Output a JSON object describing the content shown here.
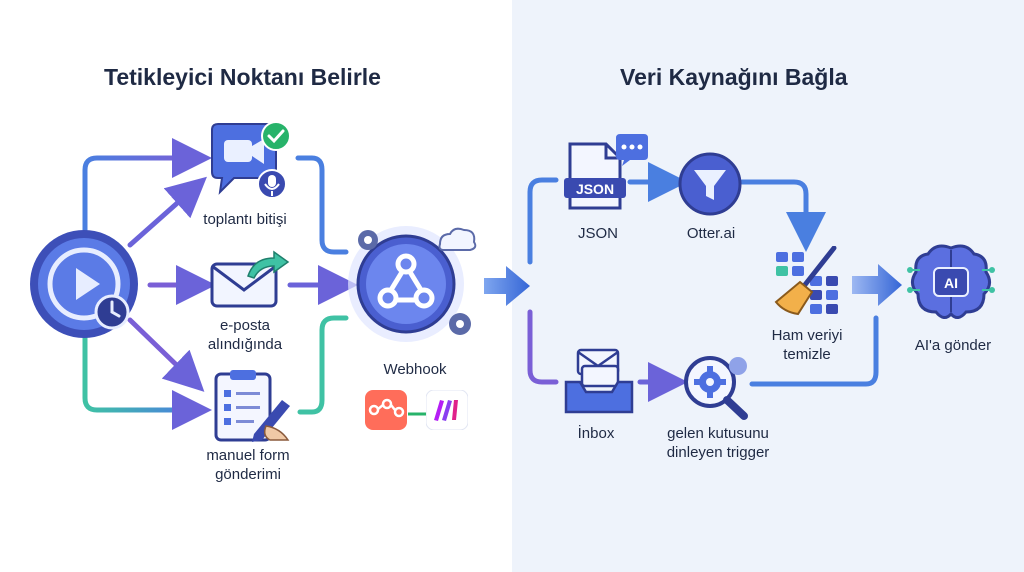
{
  "left_panel": {
    "title": "Tetikleyici Noktanı Belirle",
    "triggers": [
      {
        "name": "meeting",
        "label": "toplantı bitişi"
      },
      {
        "name": "email",
        "label_line1": "e-posta",
        "label_line2": "alındığında"
      },
      {
        "name": "form",
        "label_line1": "manuel form",
        "label_line2": "gönderimi"
      }
    ],
    "hub": {
      "label": "Webhook"
    }
  },
  "right_panel": {
    "title": "Veri Kaynağını Bağla",
    "json_node": {
      "badge": "JSON",
      "label": "JSON"
    },
    "otter_node": {
      "label": "Otter.ai"
    },
    "inbox_node": {
      "label": "İnbox"
    },
    "listener_node": {
      "label_line1": "gelen kutusunu",
      "label_line2": "dinleyen trigger"
    },
    "clean_node": {
      "label_line1": "Ham veriyi",
      "label_line2": "temizle"
    },
    "ai_node": {
      "badge": "AI",
      "label": "AI'a gönder"
    }
  },
  "colors": {
    "title": "#1f2a44",
    "flow_blue": "#4a7fe0",
    "flow_purple": "#7a5fd6",
    "flow_teal": "#3fc2a4",
    "right_bg": "#eef3fb",
    "accent_green": "#27b36a"
  }
}
